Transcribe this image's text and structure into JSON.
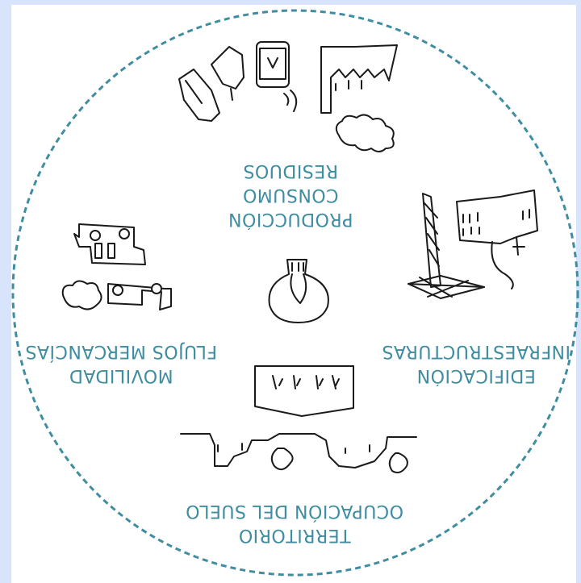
{
  "colors": {
    "accent": "#3f8da0",
    "background": "#d8e4fb",
    "ink": "#1a1a1a"
  },
  "labels": {
    "top": [
      "PRODUCCIÓN",
      "CONSUMO",
      "RESIDUOS"
    ],
    "left": [
      "MOVILIDAD",
      "FLUJOS MERCANCÍAS"
    ],
    "right": [
      "EDIFICACIÓN",
      "INFRAESTRUCTURAS"
    ],
    "bottom": [
      "TERRITORIO",
      "OCUPACIÓN DEL SUELO"
    ]
  },
  "icons": [
    "bottles-icon",
    "phone-icon",
    "factory-icon",
    "smoke-cloud-icon",
    "pylon-icon",
    "building-icon",
    "lightbulb-icon",
    "ground-section-icon",
    "houses-icon",
    "vans-icon"
  ]
}
